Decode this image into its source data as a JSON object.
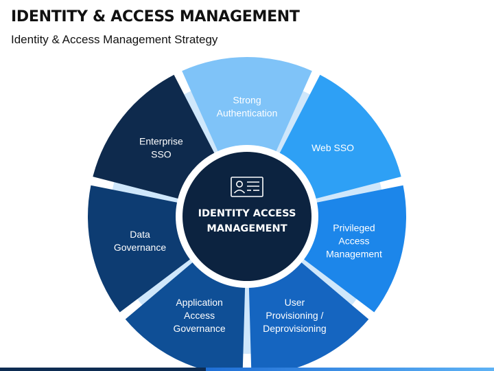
{
  "title": "IDENTITY & ACCESS MANAGEMENT",
  "subtitle": "Identity & Access Management Strategy",
  "center": {
    "lines": [
      "IDENTITY ACCESS",
      "MANAGEMENT"
    ],
    "icon": "id-card-icon"
  },
  "colors": {
    "ring": "#cfe7fb",
    "center_outer": "#ffffff",
    "center_fill": "#0c2340",
    "segment_light": "#82c4f8",
    "segment_blue": "#2c9cf4",
    "segment_mid": "#1e78d8",
    "segment_dark": "#0a4c8a",
    "segment_navy": "#0e2a4d"
  },
  "segments": [
    {
      "name": "strong-authentication",
      "lines": [
        "Strong",
        "Authentication"
      ],
      "color": "#7fc3f8",
      "text_color": "#111111"
    },
    {
      "name": "web-sso",
      "lines": [
        "Web SSO"
      ],
      "color": "#2ea0f5",
      "text_color": "#ffffff"
    },
    {
      "name": "privileged-access-management",
      "lines": [
        "Privileged",
        "Access",
        "Management"
      ],
      "color": "#1c86ea",
      "text_color": "#ffffff"
    },
    {
      "name": "user-provisioning",
      "lines": [
        "User",
        "Provisioning /",
        "Deprovisioning"
      ],
      "color": "#1565c0",
      "text_color": "#ffffff"
    },
    {
      "name": "application-access-governance",
      "lines": [
        "Application",
        "Access",
        "Governance"
      ],
      "color": "#0f4f96",
      "text_color": "#ffffff"
    },
    {
      "name": "data-governance",
      "lines": [
        "Data",
        "Governance"
      ],
      "color": "#0d3c72",
      "text_color": "#ffffff"
    },
    {
      "name": "enterprise-sso",
      "lines": [
        "Enterprise",
        "SSO"
      ],
      "color": "#0e2a4d",
      "text_color": "#ffffff"
    }
  ]
}
